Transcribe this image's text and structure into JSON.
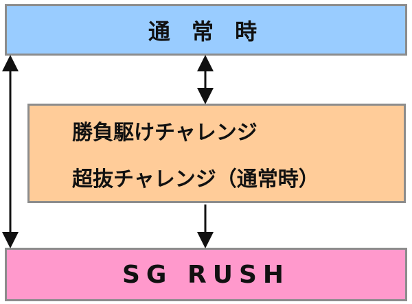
{
  "diagram": {
    "top_box": {
      "label": "通 常 時",
      "color": "#99ccff"
    },
    "middle_box": {
      "lines": [
        "勝負駆けチャレンジ",
        "超抜チャレンジ（通常時）"
      ],
      "color": "#ffcc99"
    },
    "bottom_box": {
      "label": "SG RUSH",
      "color": "#ff99cc"
    },
    "arrows": [
      {
        "from": "通常時",
        "to": "SG RUSH",
        "direction": "bidirectional"
      },
      {
        "from": "通常時",
        "to": "middle_box",
        "direction": "bidirectional"
      },
      {
        "from": "middle_box",
        "to": "SG RUSH",
        "direction": "down"
      }
    ]
  }
}
